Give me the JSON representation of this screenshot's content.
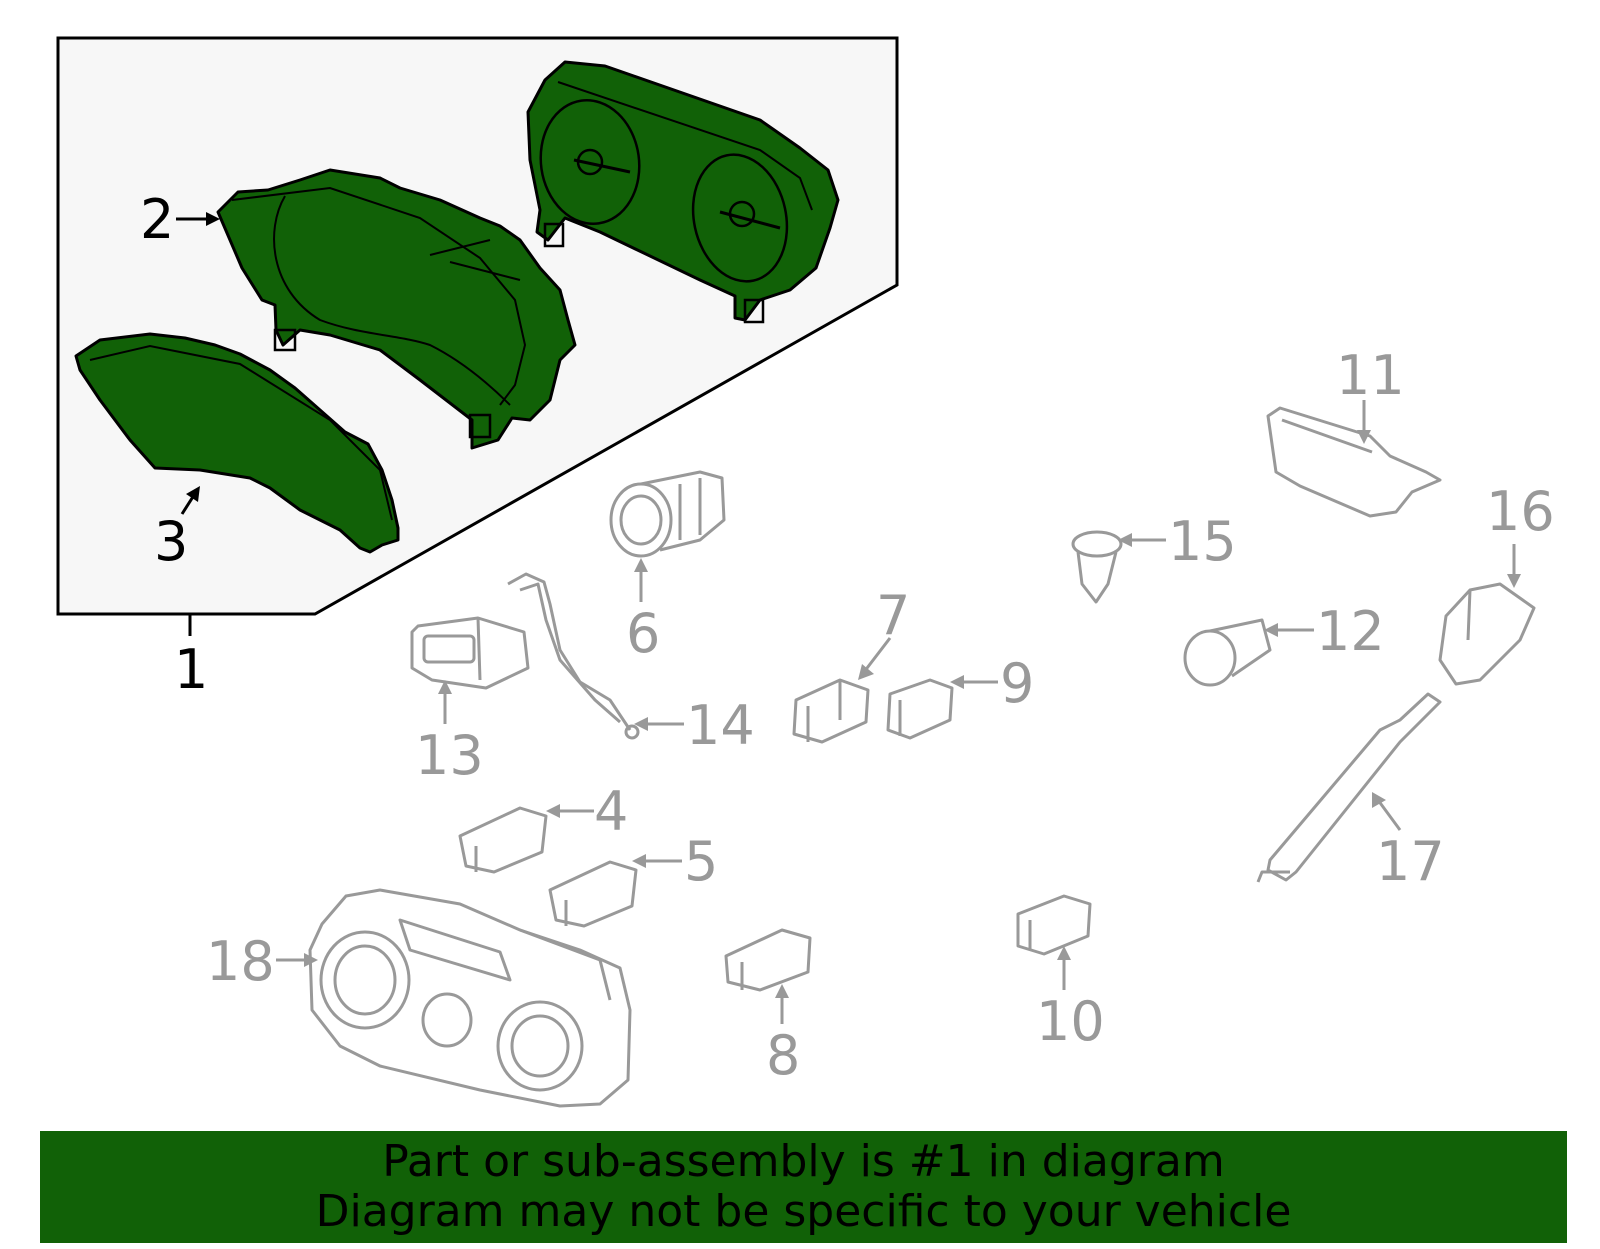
{
  "colors": {
    "highlight_fill": "#116107",
    "inset_background": "#f7f7f7",
    "gray_part": "#999999",
    "banner": "#116107",
    "outline": "#000000"
  },
  "callouts": [
    {
      "id": "1",
      "label": "1"
    },
    {
      "id": "2",
      "label": "2"
    },
    {
      "id": "3",
      "label": "3"
    },
    {
      "id": "4",
      "label": "4"
    },
    {
      "id": "5",
      "label": "5"
    },
    {
      "id": "6",
      "label": "6"
    },
    {
      "id": "7",
      "label": "7"
    },
    {
      "id": "8",
      "label": "8"
    },
    {
      "id": "9",
      "label": "9"
    },
    {
      "id": "10",
      "label": "10"
    },
    {
      "id": "11",
      "label": "11"
    },
    {
      "id": "12",
      "label": "12"
    },
    {
      "id": "13",
      "label": "13"
    },
    {
      "id": "14",
      "label": "14"
    },
    {
      "id": "15",
      "label": "15"
    },
    {
      "id": "16",
      "label": "16"
    },
    {
      "id": "17",
      "label": "17"
    },
    {
      "id": "18",
      "label": "18"
    }
  ],
  "banner": {
    "line1": "Part or sub-assembly is #1 in diagram",
    "line2": "Diagram may not be specific to your vehicle"
  }
}
